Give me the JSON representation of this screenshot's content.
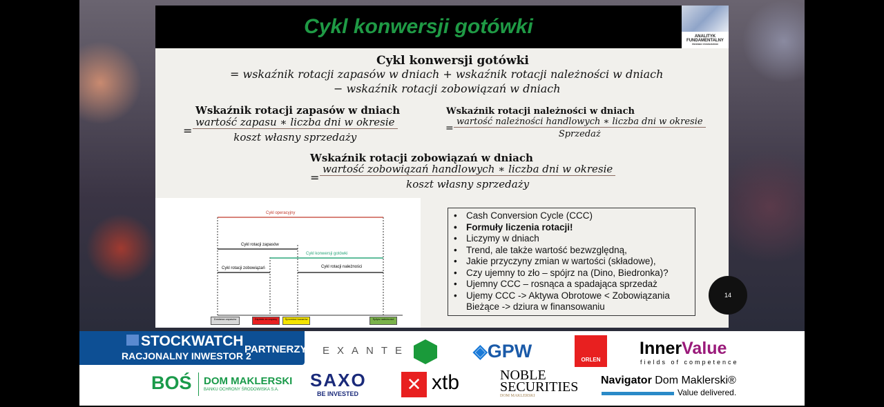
{
  "slide": {
    "title": "Cykl konwersji gotówki",
    "logo": {
      "line1": "ANALITYK",
      "line2": "FUNDAMENTALNY",
      "line3": "PRZEMEK STANISZEWSKI"
    },
    "main_formula": {
      "heading": "Cykl konwersji gotówki",
      "line1": "= wskaźnik rotacji zapasów w dniach + wskaźnik rotacji należności w dniach",
      "line2": "− wskaźnik rotacji zobowiązań w dniach"
    },
    "formula_inventory": {
      "heading": "Wskaźnik rotacji zapasów w dniach",
      "numerator": "wartość zapasu ∗ liczba dni w okresie",
      "denominator": "koszt własny sprzedaży"
    },
    "formula_receivables": {
      "heading": "Wskaźnik rotacji należności w dniach",
      "numerator": "wartość należności handlowych ∗ liczba dni w okresie",
      "denominator": "Sprzedaż"
    },
    "formula_payables": {
      "heading": "Wskaźnik rotacji zobowiązań w dniach",
      "numerator": "wartość zobowiązań handlowych  ∗ liczba dni w okresie",
      "denominator": "koszt własny sprzedaży"
    },
    "equals": "=",
    "diagram": {
      "operating": "Cykl operacyjny",
      "inventory": "Cykl rotacji zapasów",
      "ccc": "Cykl konwersji gotówki",
      "payables": "Cykl rotacji zobowiązań",
      "receivables": "Cykl rotacji należności",
      "events": [
        "Dostawa zapasów",
        "Zapłata za zapasy",
        "Sprzedaż towarów",
        "Spływ należności"
      ],
      "colors": {
        "operating": "#c0392b",
        "ccc": "#2aa57a"
      }
    },
    "bullets": [
      {
        "text": "Cash Conversion Cycle (CCC)",
        "bold": false
      },
      {
        "text": "Formuły liczenia rotacji!",
        "bold": true
      },
      {
        "text": "Liczymy w dniach",
        "bold": false
      },
      {
        "text": "Trend, ale także wartość bezwzględną,",
        "bold": false
      },
      {
        "text": "Jakie przyczyny zmian w wartości (składowe),",
        "bold": false
      },
      {
        "text": "Czy ujemny to zło – spójrz na (Dino, Biedronka)?",
        "bold": false
      },
      {
        "text": "Ujemny CCC – rosnąca a spadająca sprzedaż",
        "bold": false
      },
      {
        "text": "Ujemy CCC -> Aktywa Obrotowe  < Zobowiązania Bieżące -> dziura w finansowaniu",
        "bold": false
      }
    ],
    "page_number": "14"
  },
  "banner": {
    "brand": "STOCKWATCH",
    "event": "RACJONALNY INWESTOR 2",
    "partners_label": "PARTNERZY:",
    "partners": {
      "exante": "EXANTE",
      "gpw": "GPW",
      "orlen": "ORLEN",
      "innervalue_a": "Inner",
      "innervalue_b": "Value",
      "innervalue_tag": "fields of competence",
      "bos": "BOŚ",
      "bos_dm": "DOM MAKLERSKI",
      "bos_sub": "BANKU OCHRONY ŚRODOWISKA S.A.",
      "saxo": "SAXO",
      "saxo_tag": "BE INVESTED",
      "xtb": "xtb",
      "noble1": "NOBLE",
      "noble2": "SECURITIES",
      "noble3": "DOM MAKLERSKI",
      "navigator": "Navigator",
      "navigator_b": "Dom Maklerski®",
      "navigator_tag": "Value delivered."
    }
  }
}
